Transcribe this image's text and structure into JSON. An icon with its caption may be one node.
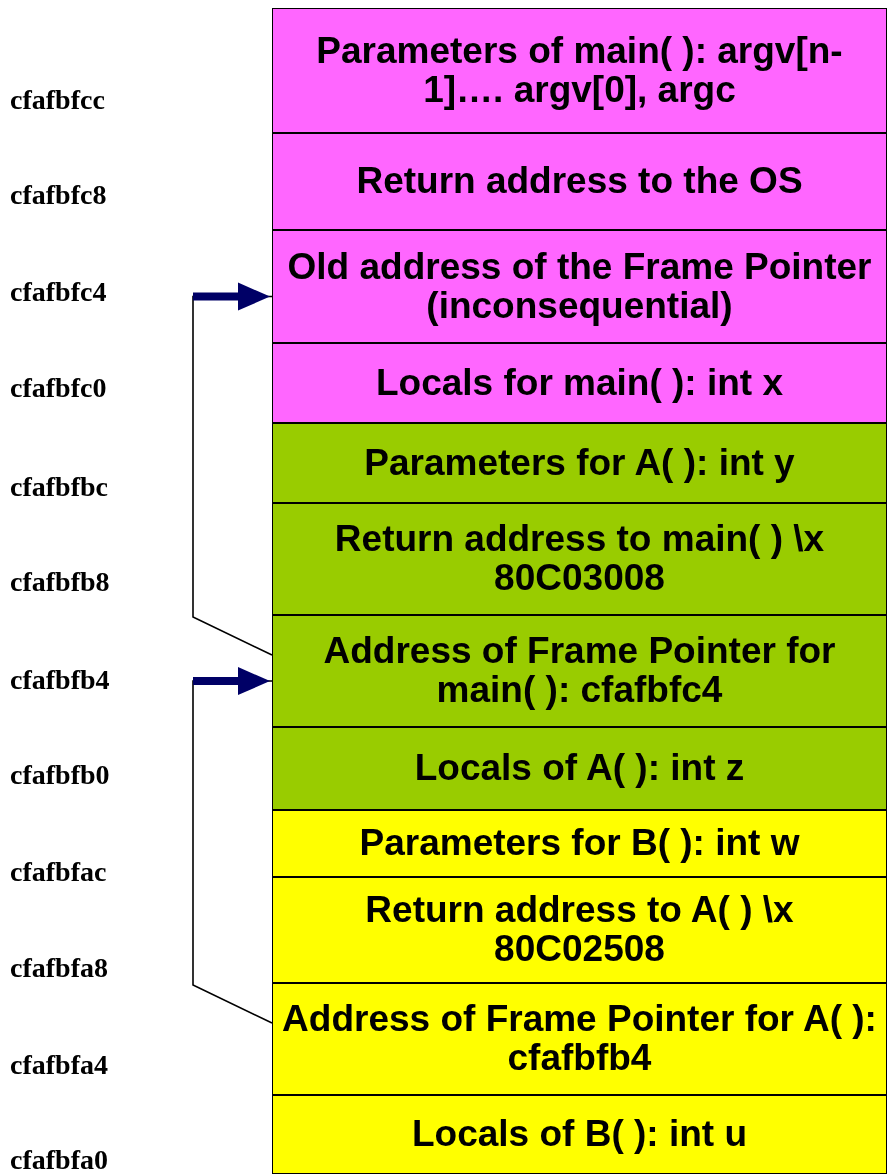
{
  "diagram": {
    "nodes": [
      {
        "text": [
          "Parameters of main( ): argv[n-1]…. argv[0], argc"
        ]
      },
      {
        "text": [
          "Return address to the OS"
        ]
      },
      {
        "text": [
          "Old address of the Frame Pointer (inconsequential)"
        ]
      },
      {
        "text": [
          "Locals for main( ): int x"
        ]
      },
      {
        "text": [
          "Parameters for A( ): int y"
        ]
      },
      {
        "text": [
          "Return address to main( ) \\x 80C03008"
        ]
      },
      {
        "text": [
          "Address of Frame Pointer for main( ): cfafbfc4"
        ]
      },
      {
        "text": [
          "Locals of A( ): int z"
        ]
      },
      {
        "text": [
          "Parameters for B( ): int w"
        ]
      },
      {
        "text": [
          "Return address to A( ) \\x 80C02508"
        ]
      },
      {
        "text": [
          "Address of Frame Pointer for A( ): cfafbfb4"
        ]
      },
      {
        "text": [
          "Locals of B( ): int u"
        ]
      }
    ],
    "edges": [
      {
        "from": 6,
        "to": 2,
        "arrow": "to"
      },
      {
        "from": 10,
        "to": 6,
        "arrow": "to"
      }
    ],
    "labels": [
      "cfafbfcc",
      "cfafbfc8",
      "cfafbfc4",
      "cfafbfc0",
      "cfafbfbc",
      "cfafbfb8",
      "cfafbfb4",
      "cfafbfb0",
      "cfafbfac",
      "cfafbfa8",
      "cfafbfa4",
      "cfafbfa0"
    ]
  }
}
